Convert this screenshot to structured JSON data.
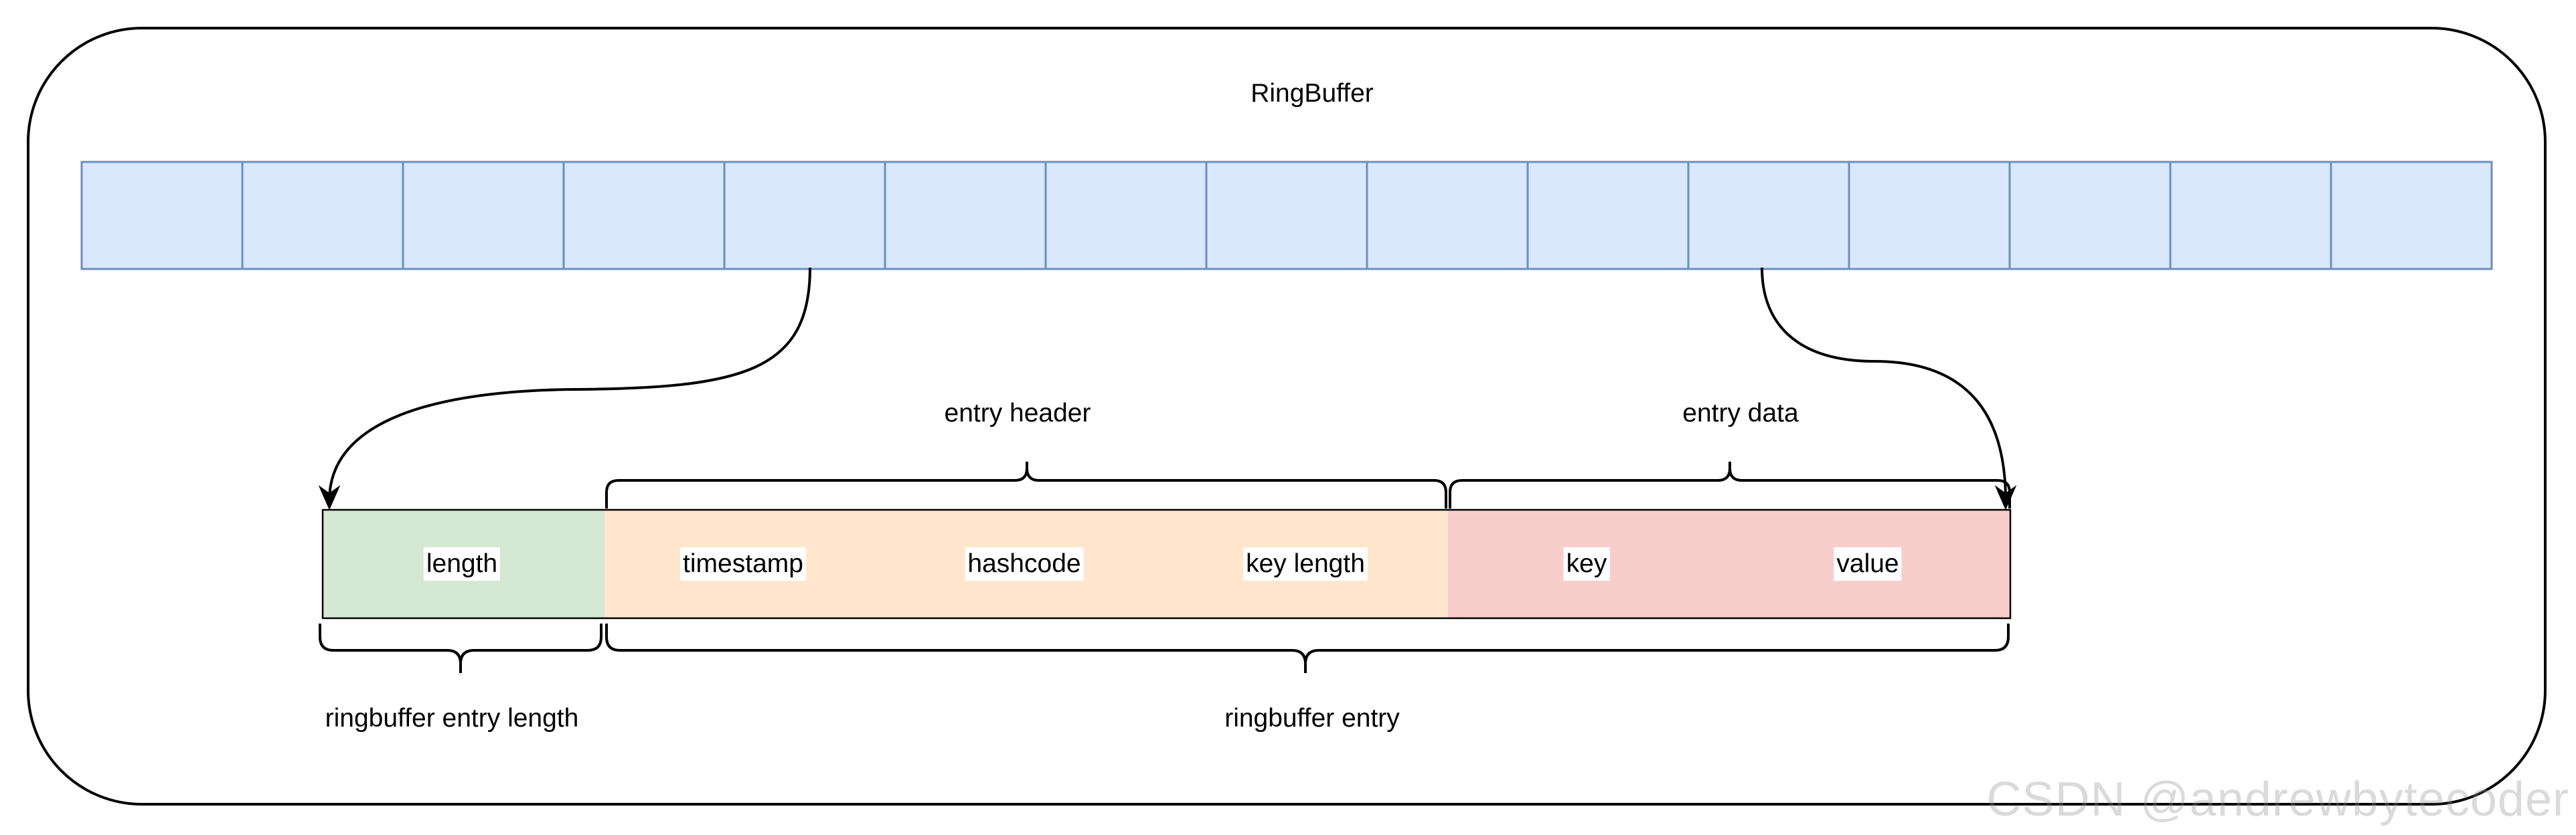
{
  "title": "RingBuffer",
  "colors": {
    "cell_fill": "#dae8fc",
    "cell_stroke": "#6c8ebf",
    "length_fill": "#d5e8d4",
    "header_fill": "#ffe6cc",
    "data_fill": "#f8cecc",
    "line": "#000000"
  },
  "buffer": {
    "cell_count": 15
  },
  "entry": {
    "segments": [
      {
        "id": "length",
        "label": "length",
        "group": "length"
      },
      {
        "id": "timestamp",
        "label": "timestamp",
        "group": "header"
      },
      {
        "id": "hashcode",
        "label": "hashcode",
        "group": "header"
      },
      {
        "id": "key-length",
        "label": "key length",
        "group": "header"
      },
      {
        "id": "key",
        "label": "key",
        "group": "data"
      },
      {
        "id": "value",
        "label": "value",
        "group": "data"
      }
    ],
    "header_label": "entry header",
    "data_label": "entry data",
    "length_brace_label": "ringbuffer entry length",
    "entry_brace_label": "ringbuffer entry"
  },
  "watermark": "CSDN @andrewbytecoder"
}
